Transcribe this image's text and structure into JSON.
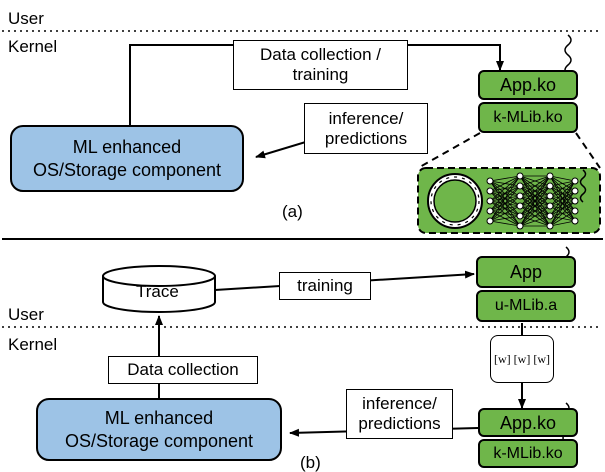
{
  "panel_a": {
    "user_label": "User",
    "kernel_label": "Kernel",
    "data_collection_label": "Data collection /\ntraining",
    "inference_label": "inference/\npredictions",
    "ml_component_line1": "ML enhanced",
    "ml_component_line2": "OS/Storage component",
    "app_label": "App.ko",
    "lib_label": "k-MLib.ko",
    "caption": "(a)"
  },
  "panel_b": {
    "trace_label": "Trace",
    "training_label": "training",
    "app_label": "App",
    "lib_label": "u-MLib.a",
    "user_label": "User",
    "kernel_label": "Kernel",
    "data_collection_label": "Data collection",
    "weights_label": "[w] [w] [w]",
    "inference_label": "inference/\npredictions",
    "ml_component_line1": "ML enhanced",
    "ml_component_line2": "OS/Storage component",
    "app_ko_label": "App.ko",
    "lib_ko_label": "k-MLib.ko",
    "caption": "(b)"
  },
  "colors": {
    "ml_component": "#9dc3e6",
    "ml_library": "#6fb64a",
    "detail_panel": "#6fb64a"
  },
  "icons": [
    "thread-squiggle-icon",
    "neural-network-icon",
    "ring-icon",
    "database-cylinder-icon"
  ]
}
